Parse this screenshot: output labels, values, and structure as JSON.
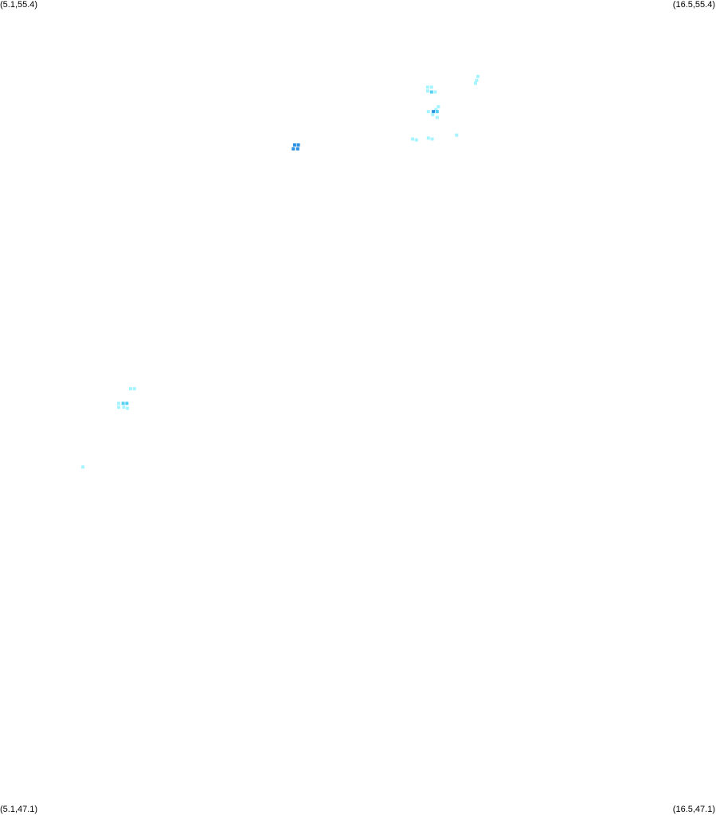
{
  "map": {
    "bounds": {
      "lon_min": 5.1,
      "lon_max": 16.5,
      "lat_min": 47.1,
      "lat_max": 55.4
    },
    "corner_labels": {
      "top_left": "(5.1,55.4)",
      "top_right": "(16.5,55.4)",
      "bottom_left": "(5.1,47.1)",
      "bottom_right": "(16.5,47.1)"
    },
    "colors": {
      "low": "#a6f4ff",
      "mid": "#55d0f2",
      "high": "#2a8fe0",
      "background": "#ffffff"
    },
    "cells": [
      {
        "lon": 9.79,
        "lat": 53.92,
        "level": "high"
      },
      {
        "lon": 9.85,
        "lat": 53.92,
        "level": "high"
      },
      {
        "lon": 9.77,
        "lat": 53.88,
        "level": "high"
      },
      {
        "lon": 9.84,
        "lat": 53.88,
        "level": "high"
      },
      {
        "lon": 11.91,
        "lat": 54.51,
        "level": "low"
      },
      {
        "lon": 11.97,
        "lat": 54.51,
        "level": "low"
      },
      {
        "lon": 11.91,
        "lat": 54.47,
        "level": "low"
      },
      {
        "lon": 11.97,
        "lat": 54.46,
        "level": "mid"
      },
      {
        "lon": 12.03,
        "lat": 54.46,
        "level": "low"
      },
      {
        "lon": 12.08,
        "lat": 54.31,
        "level": "low"
      },
      {
        "lon": 12.04,
        "lat": 54.28,
        "level": "low"
      },
      {
        "lon": 11.92,
        "lat": 54.26,
        "level": "low"
      },
      {
        "lon": 12.0,
        "lat": 54.26,
        "level": "high"
      },
      {
        "lon": 12.06,
        "lat": 54.26,
        "level": "mid"
      },
      {
        "lon": 11.99,
        "lat": 54.23,
        "level": "low"
      },
      {
        "lon": 12.06,
        "lat": 54.2,
        "level": "low"
      },
      {
        "lon": 12.71,
        "lat": 54.62,
        "level": "low"
      },
      {
        "lon": 12.69,
        "lat": 54.58,
        "level": "low"
      },
      {
        "lon": 12.67,
        "lat": 54.55,
        "level": "low"
      },
      {
        "lon": 12.37,
        "lat": 54.02,
        "level": "low"
      },
      {
        "lon": 11.92,
        "lat": 53.99,
        "level": "low"
      },
      {
        "lon": 11.98,
        "lat": 53.98,
        "level": "low"
      },
      {
        "lon": 11.67,
        "lat": 53.98,
        "level": "low"
      },
      {
        "lon": 11.73,
        "lat": 53.97,
        "level": "low"
      },
      {
        "lon": 7.18,
        "lat": 51.43,
        "level": "low"
      },
      {
        "lon": 7.24,
        "lat": 51.43,
        "level": "low"
      },
      {
        "lon": 6.99,
        "lat": 51.28,
        "level": "low"
      },
      {
        "lon": 7.06,
        "lat": 51.28,
        "level": "mid"
      },
      {
        "lon": 7.12,
        "lat": 51.28,
        "level": "mid"
      },
      {
        "lon": 6.99,
        "lat": 51.24,
        "level": "low"
      },
      {
        "lon": 7.07,
        "lat": 51.24,
        "level": "low"
      },
      {
        "lon": 7.13,
        "lat": 51.23,
        "level": "low"
      },
      {
        "lon": 6.42,
        "lat": 50.63,
        "level": "low"
      }
    ]
  }
}
